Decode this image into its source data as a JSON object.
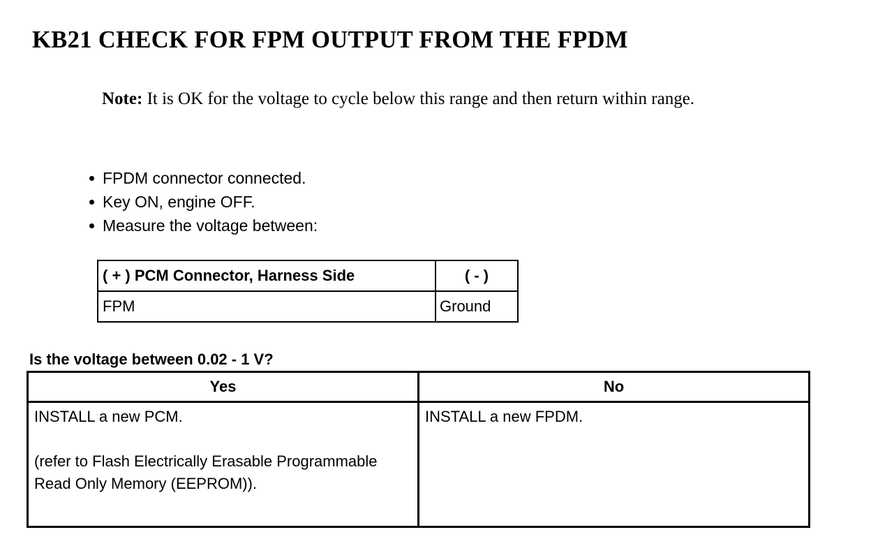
{
  "document": {
    "title": "KB21 CHECK FOR FPM OUTPUT FROM THE FPDM",
    "note": {
      "label": "Note:",
      "text": " It is OK for the voltage to cycle below this range and then return within range."
    },
    "bullets": [
      {
        "text": "FPDM connector connected."
      },
      {
        "text": "Key ON, engine OFF."
      },
      {
        "text": "Measure the voltage between:"
      }
    ],
    "connector_table": {
      "headers": [
        "( + ) PCM Connector, Harness Side",
        "( - )"
      ],
      "rows": [
        [
          "FPM",
          "Ground"
        ]
      ]
    },
    "question": "Is the voltage between 0.02 - 1 V?",
    "decision_table": {
      "headers": [
        "Yes",
        "No"
      ],
      "yes_lines": [
        "INSTALL a new PCM.",
        "(refer to Flash Electrically Erasable Programmable Read Only Memory (EEPROM))."
      ],
      "no_lines": [
        "INSTALL a new FPDM."
      ]
    }
  },
  "colors": {
    "text": "#000000",
    "background": "#ffffff",
    "border": "#000000"
  }
}
